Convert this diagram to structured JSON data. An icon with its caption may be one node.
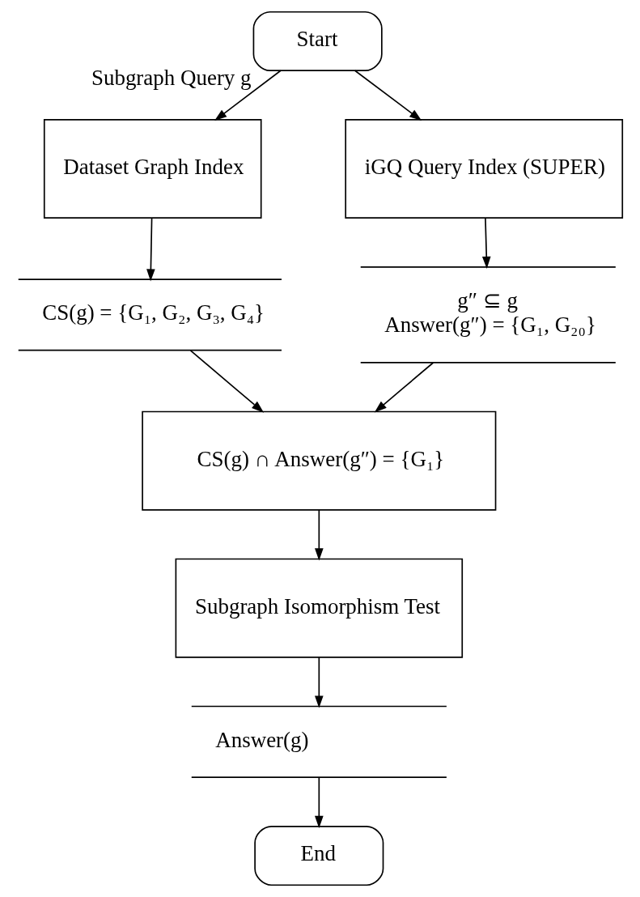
{
  "diagram": {
    "nodes": [
      {
        "text": [
          "Start"
        ]
      },
      {
        "text": [
          "Dataset Graph Index"
        ]
      },
      {
        "text": [
          "iGQ Query Index (SUPER)"
        ]
      },
      {
        "text": [
          "CS(g) = {G₁, G₂, G₃, G₄}"
        ]
      },
      {
        "text": [
          "g″ ⊆ g",
          "Answer(g″) = {G₁, G₂₀}"
        ]
      },
      {
        "text": [
          "CS(g) ∩ Answer(g″) = {G₁}"
        ]
      },
      {
        "text": [
          "Subgraph Isomorphism Test"
        ]
      },
      {
        "text": [
          "Answer(g)"
        ]
      },
      {
        "text": [
          "End"
        ]
      }
    ],
    "edges": [
      {
        "from": 0,
        "to": 1,
        "arrow": "to",
        "label": "Subgraph Query g"
      },
      {
        "from": 0,
        "to": 2,
        "arrow": "to"
      },
      {
        "from": 1,
        "to": 3,
        "arrow": "to"
      },
      {
        "from": 2,
        "to": 4,
        "arrow": "to"
      },
      {
        "from": 3,
        "to": 5,
        "arrow": "to"
      },
      {
        "from": 4,
        "to": 5,
        "arrow": "to"
      },
      {
        "from": 5,
        "to": 6,
        "arrow": "to"
      },
      {
        "from": 6,
        "to": 7,
        "arrow": "to"
      },
      {
        "from": 7,
        "to": 8,
        "arrow": "to"
      }
    ]
  }
}
